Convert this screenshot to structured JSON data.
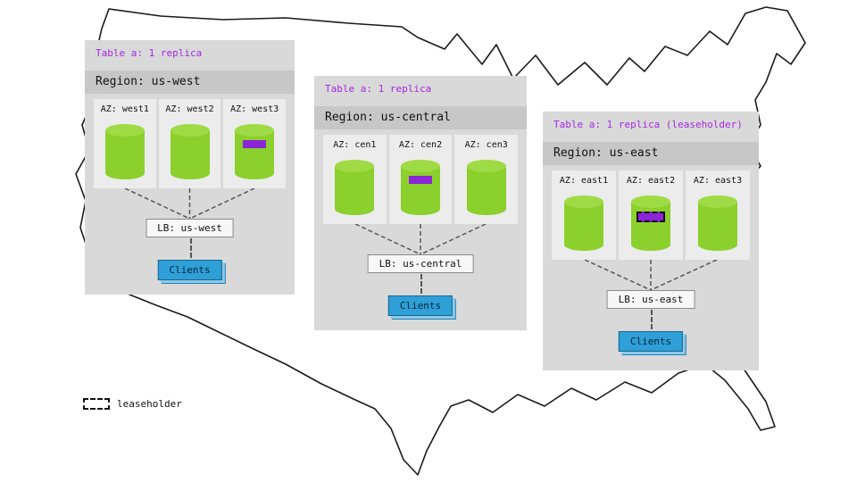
{
  "legend": {
    "label": "leaseholder"
  },
  "regions": [
    {
      "id": "us-west",
      "table_label": "Table a: 1 replica",
      "region_label": "Region: us-west",
      "azs": [
        {
          "label": "AZ: west1",
          "replica": false,
          "leaseholder": false
        },
        {
          "label": "AZ: west2",
          "replica": false,
          "leaseholder": false
        },
        {
          "label": "AZ: west3",
          "replica": true,
          "leaseholder": false
        }
      ],
      "lb_label": "LB: us-west",
      "clients_label": "Clients"
    },
    {
      "id": "us-central",
      "table_label": "Table a: 1 replica",
      "region_label": "Region: us-central",
      "azs": [
        {
          "label": "AZ: cen1",
          "replica": false,
          "leaseholder": false
        },
        {
          "label": "AZ: cen2",
          "replica": true,
          "leaseholder": false
        },
        {
          "label": "AZ: cen3",
          "replica": false,
          "leaseholder": false
        }
      ],
      "lb_label": "LB: us-central",
      "clients_label": "Clients"
    },
    {
      "id": "us-east",
      "table_label": "Table a: 1 replica (leaseholder)",
      "region_label": "Region: us-east",
      "azs": [
        {
          "label": "AZ: east1",
          "replica": false,
          "leaseholder": false
        },
        {
          "label": "AZ: east2",
          "replica": true,
          "leaseholder": true
        },
        {
          "label": "AZ: east3",
          "replica": false,
          "leaseholder": false
        }
      ],
      "lb_label": "LB: us-east",
      "clients_label": "Clients"
    }
  ],
  "colors": {
    "title_purple": "#a428e0",
    "replica_purple": "#8b25d6",
    "cylinder_green": "#8bd02c",
    "cylinder_top_green": "#9fdb45",
    "clients_blue": "#2f9fd8",
    "panel_gray": "#d9d9d9",
    "az_gray": "#ececec"
  }
}
